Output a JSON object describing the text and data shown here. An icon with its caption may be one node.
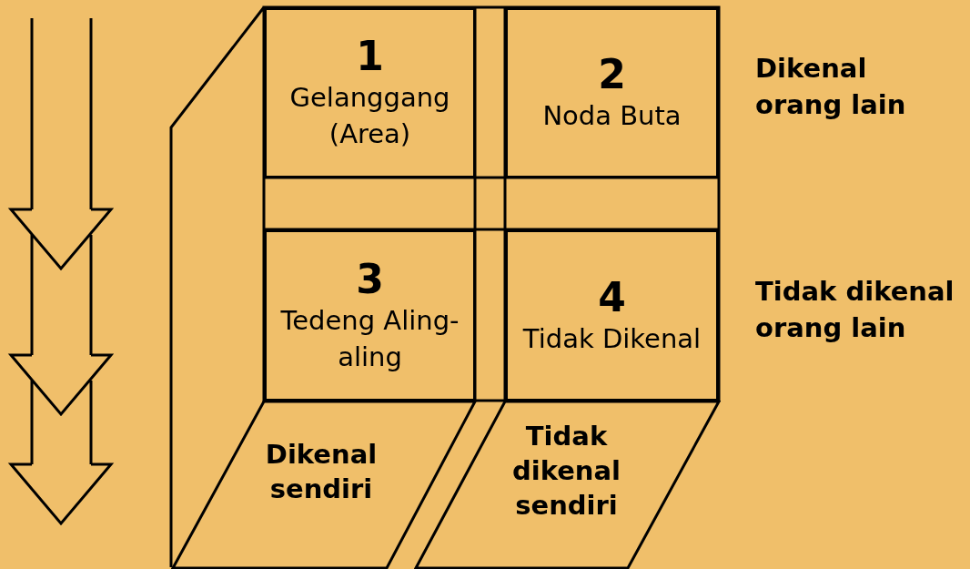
{
  "diagram": {
    "nodes": [
      {
        "text": [
          "1",
          "Gelanggang (Area)"
        ]
      },
      {
        "text": [
          "2",
          "Noda Buta"
        ]
      },
      {
        "text": [
          "3",
          "Tedeng Aling-aling"
        ]
      },
      {
        "text": [
          "4",
          "Tidak Dikenal"
        ]
      },
      {
        "text": [
          "Dikenal sendiri"
        ]
      },
      {
        "text": [
          "Tidak dikenal sendiri"
        ]
      }
    ],
    "edges": [],
    "labels": [
      "Dikenal orang lain",
      "Tidak dikenal orang lain"
    ]
  }
}
